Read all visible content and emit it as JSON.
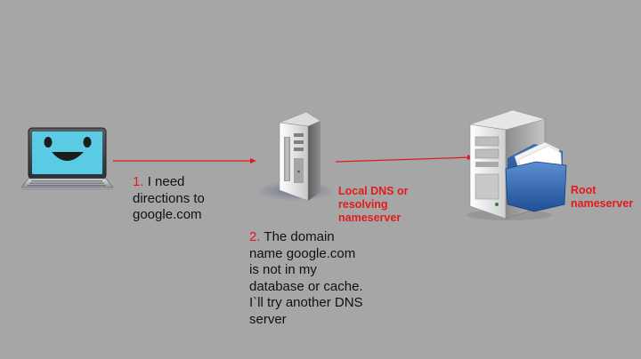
{
  "nodes": {
    "client": {
      "icon": "laptop-icon"
    },
    "resolver": {
      "icon": "server-tower-icon",
      "label_lines": [
        "Local DNS or",
        "resolving",
        "nameserver"
      ]
    },
    "root": {
      "icon": "server-folder-icon",
      "label_lines": [
        "Root",
        "nameserver"
      ]
    }
  },
  "steps": [
    {
      "number": "1.",
      "lines": [
        "I need",
        "directions to",
        "google.com"
      ]
    },
    {
      "number": "2.",
      "lines": [
        "The domain",
        "name google.com",
        "is not in my",
        "database or cache.",
        "I`ll try another DNS",
        "server"
      ]
    }
  ],
  "colors": {
    "background": "#a6a6a6",
    "arrow": "#e0191f",
    "label": "#e51a1a"
  }
}
